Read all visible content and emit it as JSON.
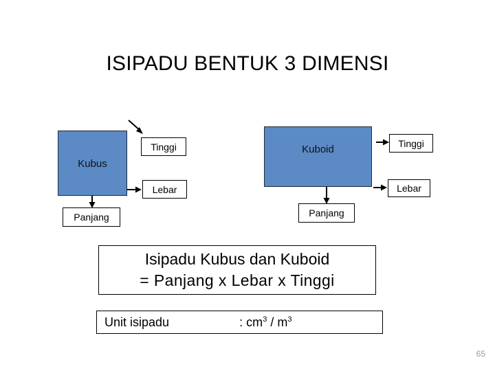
{
  "slide": {
    "title": "ISIPADU BENTUK 3 DIMENSI",
    "page_number": "65",
    "accent_color": "#5b8ac4",
    "outline_color": "#000000",
    "background_color": "#ffffff",
    "page_number_color": "#9a9a9a"
  },
  "diagrams": [
    {
      "id": "kubus",
      "shape_label": "Kubus",
      "callouts": [
        {
          "id": "tinggi",
          "label": "Tinggi",
          "arrow": "diagonal-down-right-arrow-icon"
        },
        {
          "id": "lebar",
          "label": "Lebar",
          "arrow": "right-arrow-icon"
        },
        {
          "id": "panjang",
          "label": "Panjang",
          "arrow": "down-arrow-icon"
        }
      ]
    },
    {
      "id": "kuboid",
      "shape_label": "Kuboid",
      "callouts": [
        {
          "id": "tinggi",
          "label": "Tinggi",
          "arrow": "right-arrow-icon"
        },
        {
          "id": "lebar",
          "label": "Lebar",
          "arrow": "right-arrow-icon"
        },
        {
          "id": "panjang",
          "label": "Panjang",
          "arrow": "down-arrow-icon"
        }
      ]
    }
  ],
  "formula": {
    "line1": "Isipadu Kubus dan Kuboid",
    "line2": "= Panjang  x  Lebar  x  Tinggi"
  },
  "unit": {
    "label": "Unit isipadu",
    "separator": ":",
    "value_cm": "cm",
    "value_cm_exp": "3",
    "value_divider": "/",
    "value_m": "m",
    "value_m_exp": "3"
  }
}
